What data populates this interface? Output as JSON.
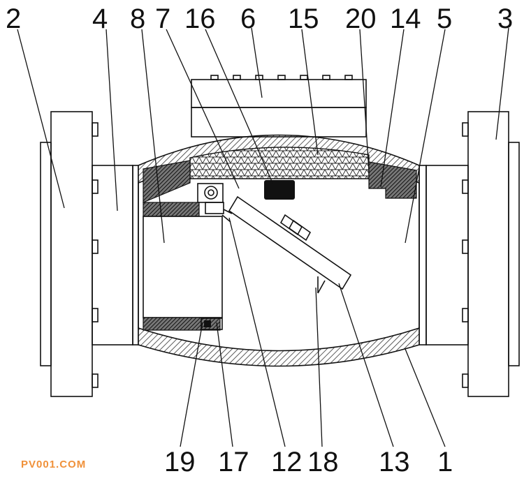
{
  "labels": {
    "top": [
      "2",
      "4",
      "8",
      "7",
      "16",
      "6",
      "15",
      "20",
      "14",
      "5",
      "3"
    ],
    "bottom": [
      "19",
      "17",
      "12",
      "18",
      "13",
      "1"
    ]
  },
  "watermark": "PV001.COM",
  "colors": {
    "line": "#111111",
    "hatch": "#333333",
    "watermark": "#f0913a"
  }
}
